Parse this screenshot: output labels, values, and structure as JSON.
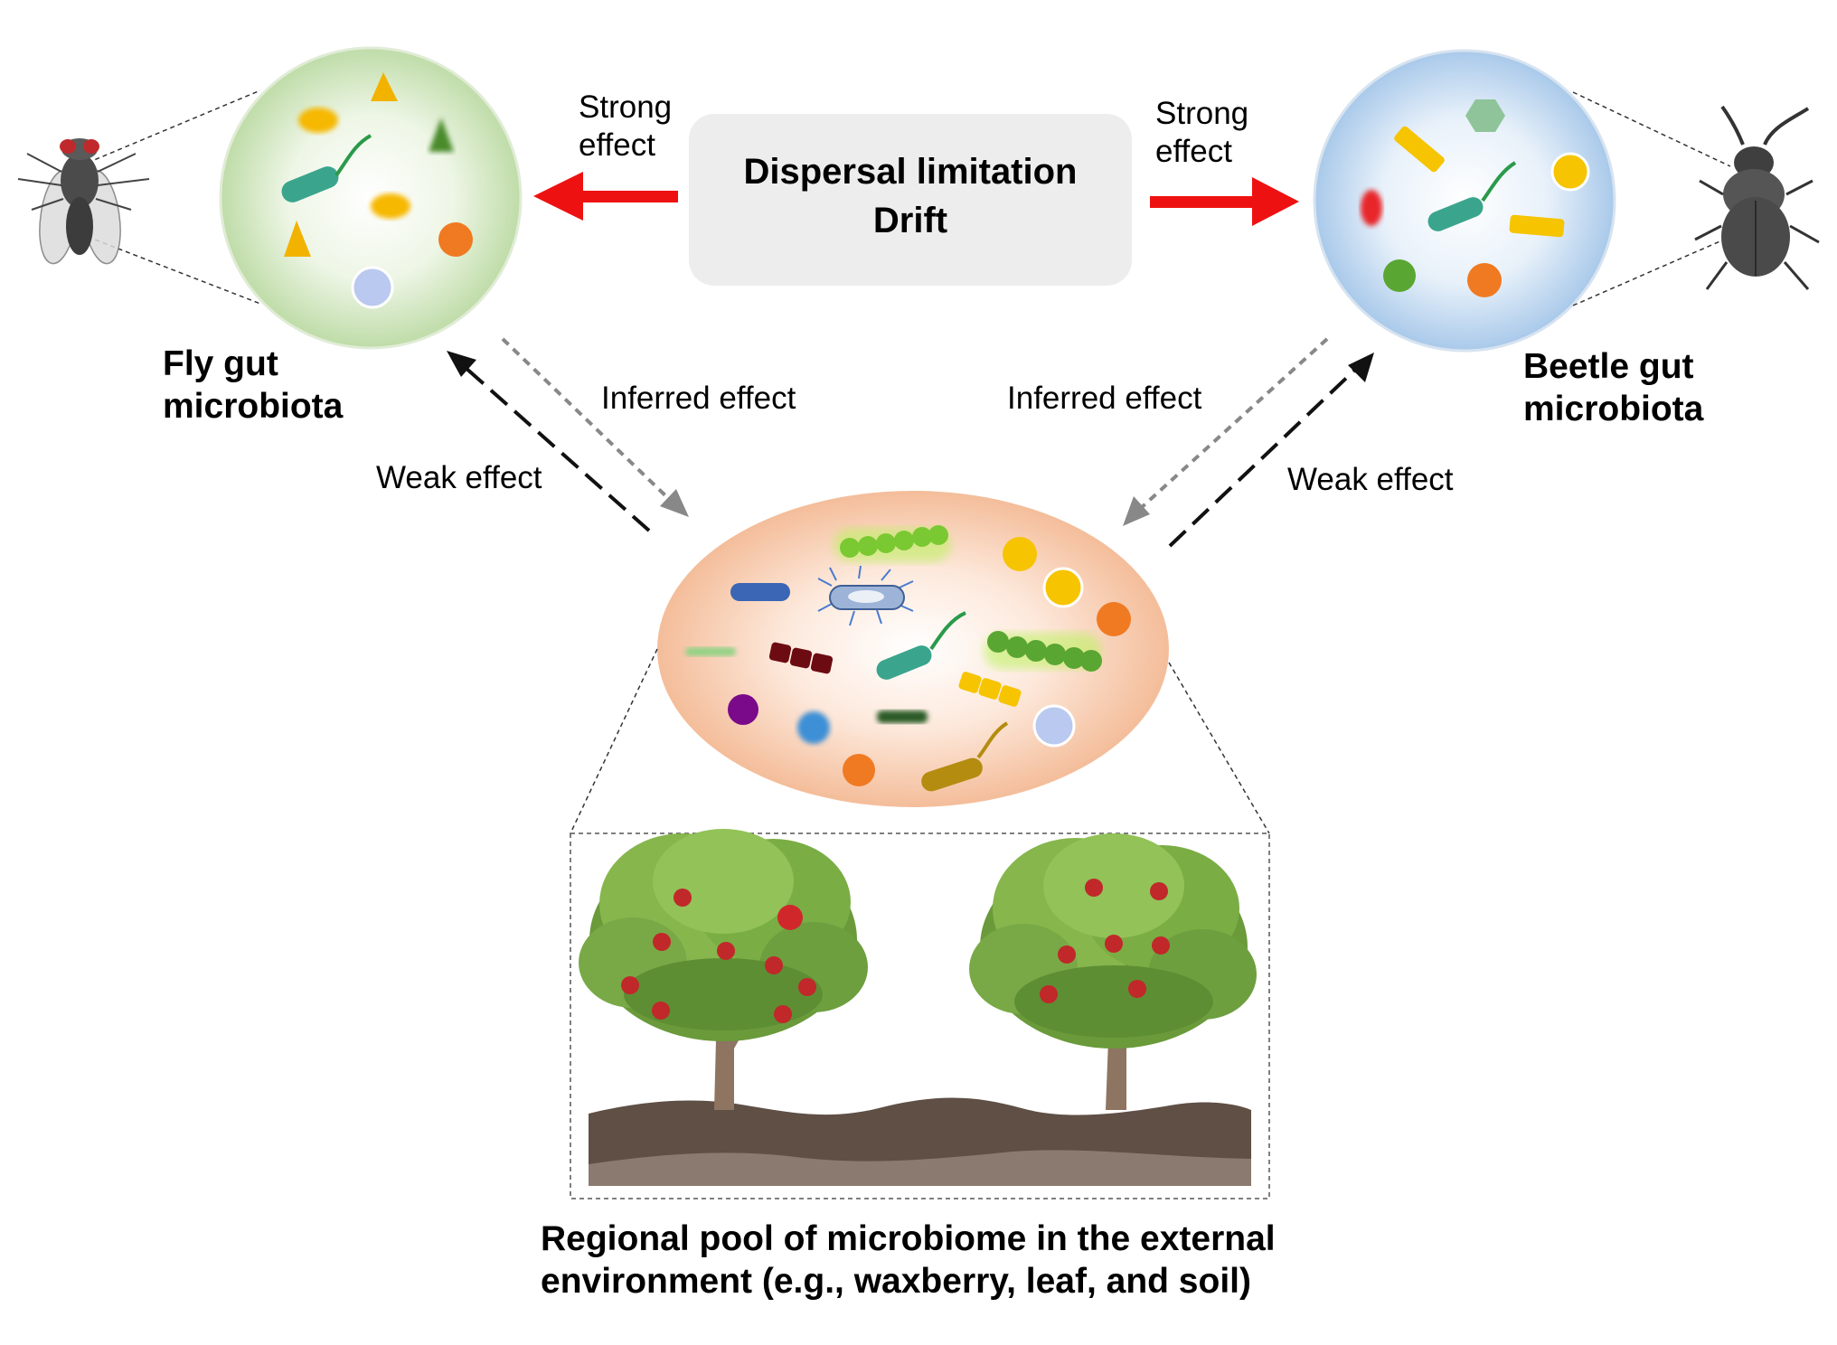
{
  "center_box": {
    "line1": "Dispersal limitation",
    "line2": "Drift"
  },
  "left": {
    "strong_line1": "Strong",
    "strong_line2": "effect",
    "title_line1": "Fly gut",
    "title_line2": "microbiota",
    "inferred": "Inferred effect",
    "weak": "Weak effect"
  },
  "right": {
    "strong_line1": "Strong",
    "strong_line2": "effect",
    "title_line1": "Beetle gut",
    "title_line2": "microbiota",
    "inferred": "Inferred effect",
    "weak": "Weak effect"
  },
  "bottom": {
    "caption_line1": "Regional pool of microbiome in the external",
    "caption_line2": "environment (e.g., waxberry, leaf, and soil)"
  },
  "colors": {
    "strong_arrow": "#ee1111",
    "weak_arrow": "#111111",
    "inferred_arrow": "#888888",
    "fly_circle": "#c8e2b4",
    "beetle_circle": "#b8d4ee",
    "pool_ellipse": "#f7c7a8",
    "center_box": "#ededed"
  }
}
